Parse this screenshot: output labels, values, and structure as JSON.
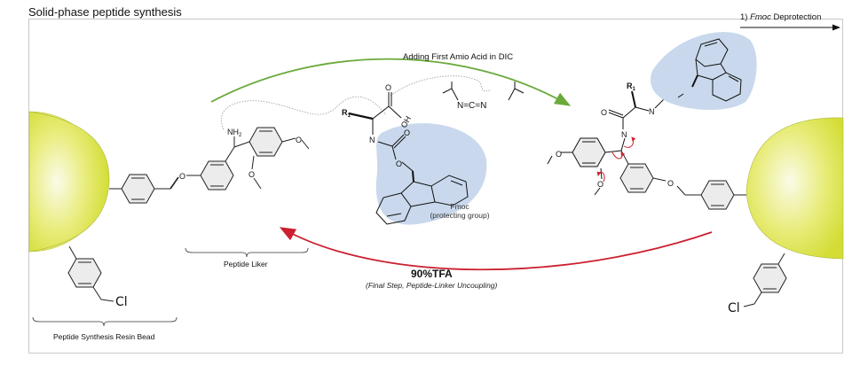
{
  "title": "Solid-phase peptide synthesis",
  "steps": {
    "coupling": {
      "label": "Adding First Amio Acid in DIC",
      "arrow_color": "#6aaa3c"
    },
    "cleavage": {
      "label": "90%TFA",
      "sublabel": "(Final Step, Peptide-Linker Uncoupling)",
      "arrow_color": "#cc2030"
    },
    "next": {
      "prefix": "1) ",
      "label_italic": "Fmoc",
      "label_rest": " Deprotection"
    }
  },
  "labels": {
    "resin_bead": "Peptide Synthesis Resin Bead",
    "linker": "Peptide Liker",
    "fmoc_name": "Fmoc",
    "fmoc_desc": "(protecting group)"
  },
  "atoms": {
    "nh2": "NH",
    "nh2_sub": "2",
    "cl": "Cl",
    "o": "O",
    "n": "N",
    "oh": "OH",
    "r1": "R",
    "r1_sub": "1",
    "dic": "N=C=N"
  },
  "colors": {
    "bead": "#d6e03a",
    "bead_highlight": "#fbfbe8",
    "fmoc_blob": "#c9d8ec",
    "ring_fill": "#ececec",
    "mech_arrow": "#cc2030"
  }
}
